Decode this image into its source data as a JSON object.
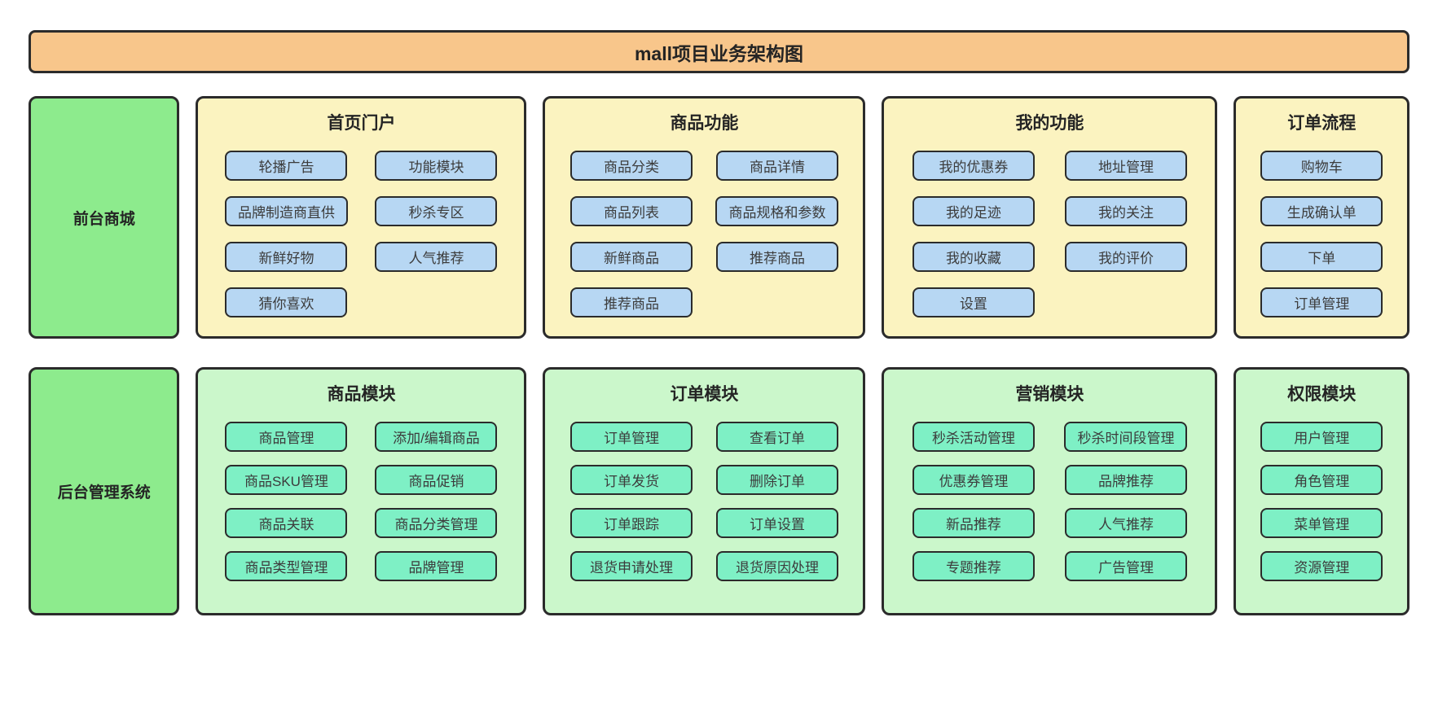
{
  "title": "mall项目业务架构图",
  "colors": {
    "title_bg": "#F8C68B",
    "sidebar_bg": "#8DEB8D",
    "front_section_bg": "#FBF3C0",
    "front_node_bg": "#B7D7F3",
    "back_section_bg": "#CBF7CB",
    "back_node_bg": "#7EF0C5",
    "border": "#2B2B2B"
  },
  "rows": [
    {
      "id": "front-mall",
      "theme": "front",
      "label": "前台商城",
      "sections": [
        {
          "id": "home-portal",
          "title": "首页门户",
          "columns": [
            [
              "轮播广告",
              "品牌制造商直供",
              "新鲜好物",
              "猜你喜欢"
            ],
            [
              "功能模块",
              "秒杀专区",
              "人气推荐"
            ]
          ]
        },
        {
          "id": "product-features",
          "title": "商品功能",
          "columns": [
            [
              "商品分类",
              "商品列表",
              "新鲜商品",
              "推荐商品"
            ],
            [
              "商品详情",
              "商品规格和参数",
              "推荐商品"
            ]
          ]
        },
        {
          "id": "my-features",
          "title": "我的功能",
          "columns": [
            [
              "我的优惠券",
              "我的足迹",
              "我的收藏",
              "设置"
            ],
            [
              "地址管理",
              "我的关注",
              "我的评价"
            ]
          ]
        },
        {
          "id": "order-flow",
          "title": "订单流程",
          "columns": [
            [
              "购物车",
              "生成确认单",
              "下单",
              "订单管理"
            ]
          ]
        }
      ]
    },
    {
      "id": "back-admin",
      "theme": "back",
      "label": "后台管理系统",
      "sections": [
        {
          "id": "product-module",
          "title": "商品模块",
          "columns": [
            [
              "商品管理",
              "商品SKU管理",
              "商品关联",
              "商品类型管理"
            ],
            [
              "添加/编辑商品",
              "商品促销",
              "商品分类管理",
              "品牌管理"
            ]
          ]
        },
        {
          "id": "order-module",
          "title": "订单模块",
          "columns": [
            [
              "订单管理",
              "订单发货",
              "订单跟踪",
              "退货申请处理"
            ],
            [
              "查看订单",
              "删除订单",
              "订单设置",
              "退货原因处理"
            ]
          ]
        },
        {
          "id": "marketing-module",
          "title": "营销模块",
          "columns": [
            [
              "秒杀活动管理",
              "优惠券管理",
              "新品推荐",
              "专题推荐"
            ],
            [
              "秒杀时间段管理",
              "品牌推荐",
              "人气推荐",
              "广告管理"
            ]
          ]
        },
        {
          "id": "permission-module",
          "title": "权限模块",
          "columns": [
            [
              "用户管理",
              "角色管理",
              "菜单管理",
              "资源管理"
            ]
          ]
        }
      ]
    }
  ]
}
